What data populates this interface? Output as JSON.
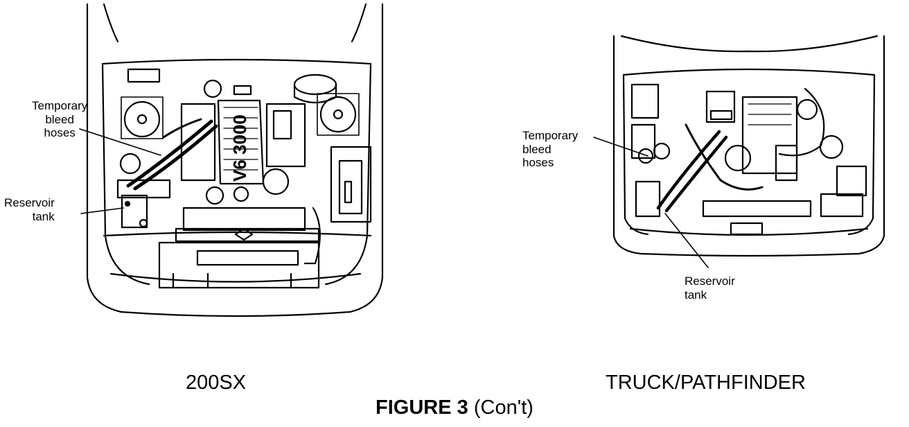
{
  "left_diagram": {
    "caption": "200SX",
    "engine_label": "V6 3000",
    "callouts": {
      "bleed_hoses": "Temporary\nbleed\nhoses",
      "reservoir": "Reservoir\ntank"
    }
  },
  "right_diagram": {
    "caption": "TRUCK/PATHFINDER",
    "callouts": {
      "bleed_hoses": "Temporary\nbleed\nhoses",
      "reservoir": "Reservoir\ntank"
    }
  },
  "figure": {
    "title_bold": "FIGURE 3",
    "title_rest": "(Con't)"
  }
}
